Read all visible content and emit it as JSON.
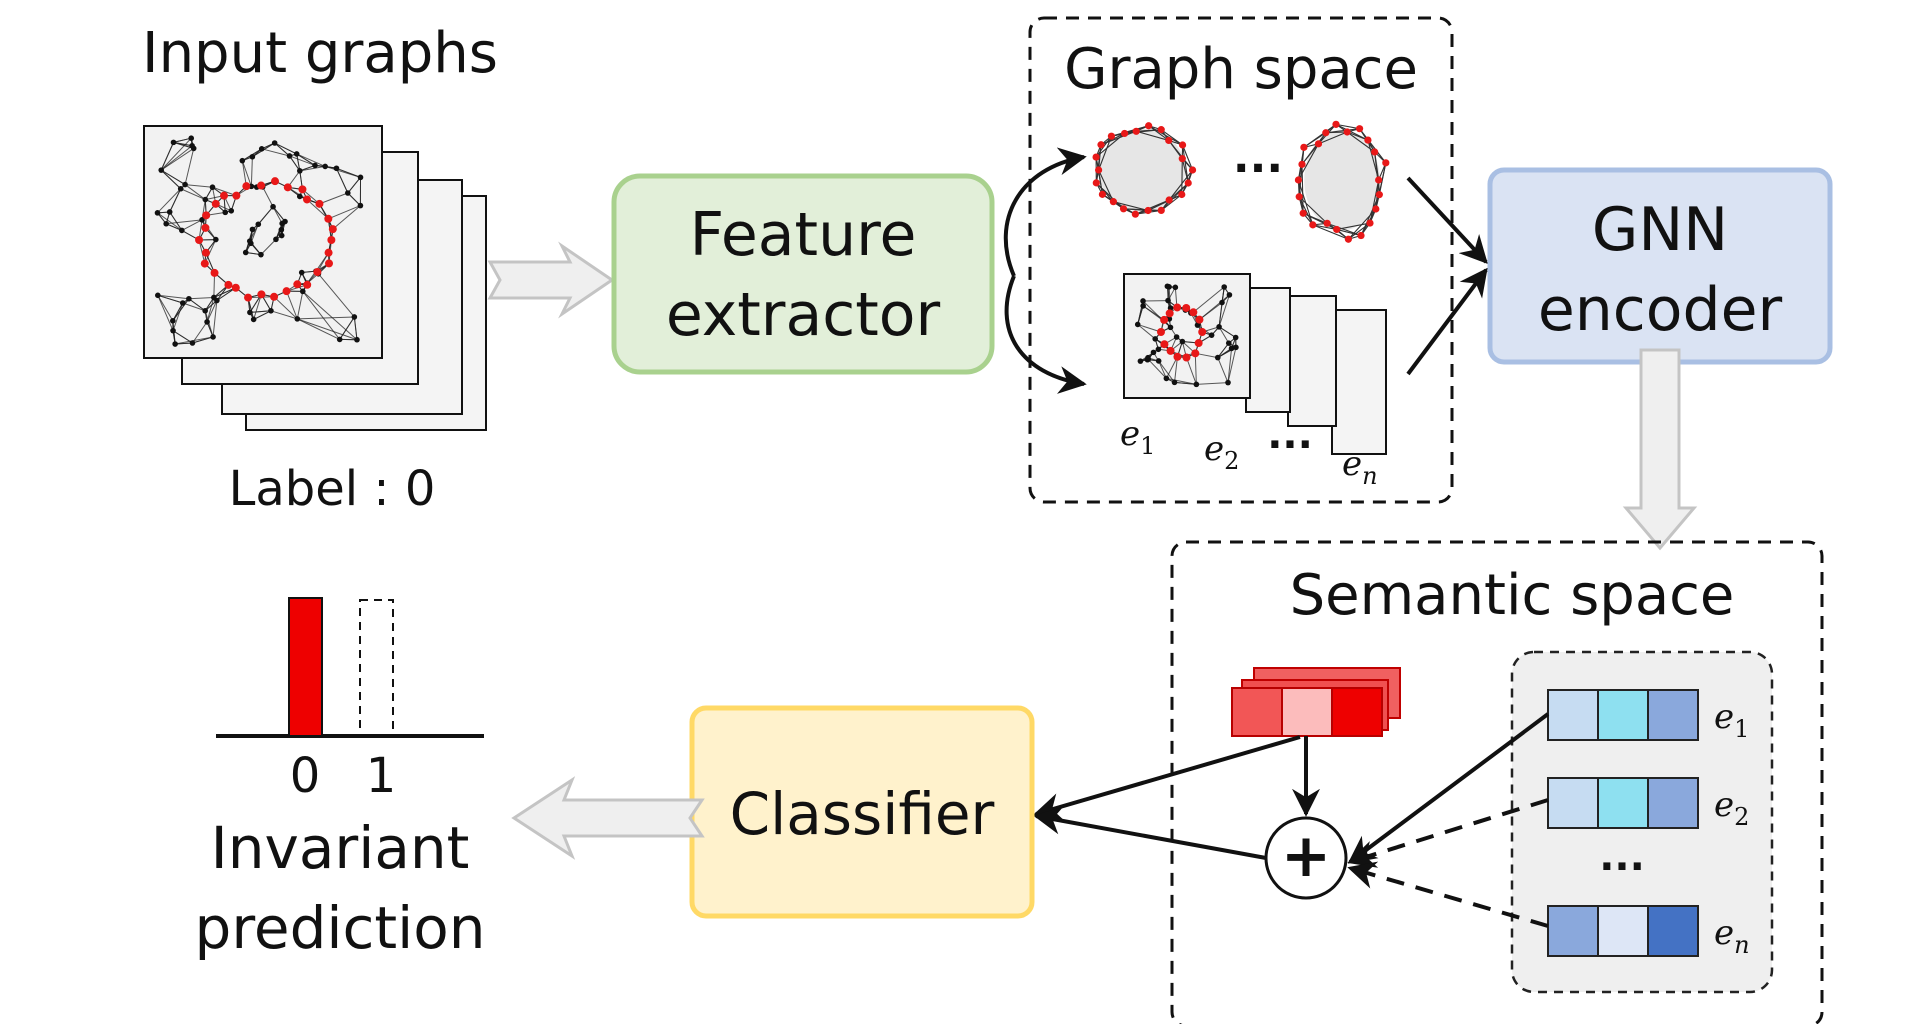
{
  "input": {
    "title": "Input graphs",
    "label": "Label : 0"
  },
  "feature_extractor": {
    "label_line1": "Feature",
    "label_line2": "extractor",
    "fill": "#e2efd9",
    "stroke": "#a9d18e"
  },
  "graph_space": {
    "title": "Graph space",
    "ellipsis": "...",
    "env_labels": [
      "e",
      "e",
      "e"
    ],
    "env_subscripts": [
      "1",
      "2",
      "n"
    ],
    "env_ellipsis": "..."
  },
  "gnn_encoder": {
    "label_line1": "GNN",
    "label_line2": "encoder",
    "fill": "#dae3f3",
    "stroke": "#a9bfe3"
  },
  "semantic_space": {
    "title": "Semantic space",
    "env_labels": [
      "e",
      "e",
      "e"
    ],
    "env_subscripts": [
      "1",
      "2",
      "n"
    ],
    "ellipsis": "...",
    "combine_symbol": "+"
  },
  "classifier": {
    "label": "Classifier",
    "fill": "#fff2cc",
    "stroke": "#ffd966"
  },
  "prediction": {
    "categories": [
      "0",
      "1"
    ],
    "label_line1": "Invariant",
    "label_line2": "prediction",
    "bar_color": "#ee0000"
  },
  "colors": {
    "invariant_red": "#e81818",
    "node_red": "#e81818",
    "node_black": "#111111",
    "arrow_gray_fill": "#efefef",
    "arrow_gray_stroke": "#c4c4c4"
  }
}
